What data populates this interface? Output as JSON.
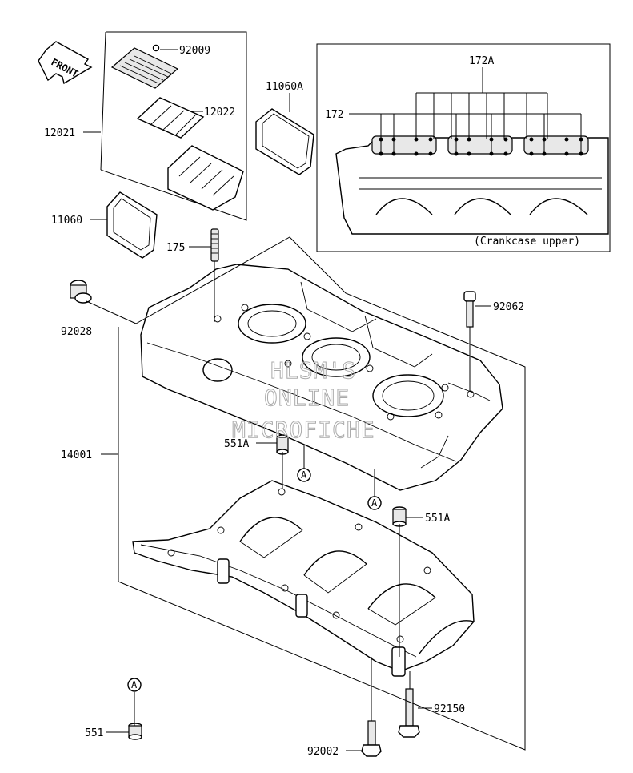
{
  "front_arrow": {
    "label": "FRONT"
  },
  "callouts": {
    "c92009": "92009",
    "c12022": "12022",
    "c12021": "12021",
    "c11060A": "11060A",
    "c11060": "11060",
    "c172A": "172A",
    "c172": "172",
    "c175": "175",
    "c92028": "92028",
    "c92062": "92062",
    "c14001": "14001",
    "c551A_left": "551A",
    "c551A_right": "551A",
    "c92150": "92150",
    "c551": "551",
    "c92002": "92002"
  },
  "reference_markers": {
    "marker_a1": "A",
    "marker_a2": "A",
    "marker_a3": "A"
  },
  "inset": {
    "caption": "(Crankcase upper)"
  },
  "watermark": {
    "line1": "HLSM'S",
    "line2": "ONLINE",
    "line3": "MICROFICHE"
  }
}
